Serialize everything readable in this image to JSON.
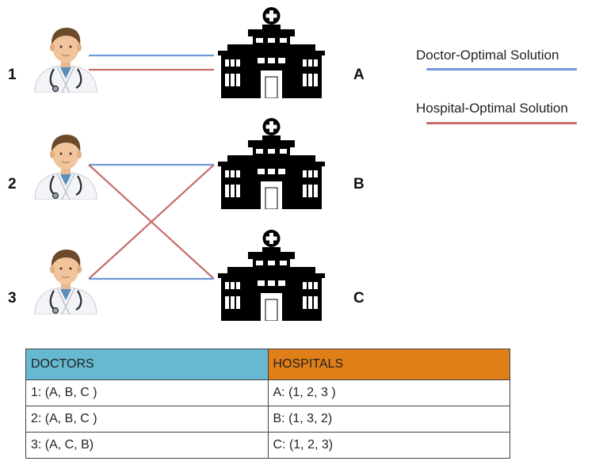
{
  "doctors": [
    {
      "id": "1"
    },
    {
      "id": "2"
    },
    {
      "id": "3"
    }
  ],
  "hospitals": [
    {
      "id": "A"
    },
    {
      "id": "B"
    },
    {
      "id": "C"
    }
  ],
  "legend": {
    "doctor_optimal": "Doctor-Optimal Solution",
    "hospital_optimal": "Hospital-Optimal Solution"
  },
  "colors": {
    "doctor_optimal": "#6f9ad6",
    "hospital_optimal": "#c96b6b",
    "doctors_header": "#66b9d0",
    "hospitals_header": "#e07e17"
  },
  "doctor_optimal_matches": [
    [
      "1",
      "A"
    ],
    [
      "2",
      "B"
    ],
    [
      "3",
      "C"
    ]
  ],
  "hospital_optimal_matches": [
    [
      "1",
      "A"
    ],
    [
      "2",
      "C"
    ],
    [
      "3",
      "B"
    ]
  ],
  "table": {
    "headers": [
      "DOCTORS",
      "HOSPITALS"
    ],
    "rows": [
      [
        "1: (A, B, C )",
        "A: (1, 2, 3 )"
      ],
      [
        "2: (A, B, C )",
        "B: (1, 3, 2)"
      ],
      [
        "3: (A, C, B)",
        "C: (1, 2, 3)"
      ]
    ]
  }
}
